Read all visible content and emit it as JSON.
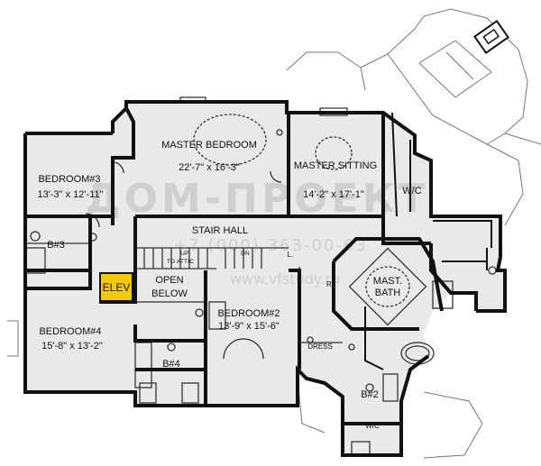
{
  "colors": {
    "wall": "#111111",
    "room_fill": "#e9e9e9",
    "roof_line": "#888888",
    "elevator": "#f3c90c"
  },
  "rooms": {
    "master_bedroom": {
      "name": "MASTER BEDROOM",
      "size": "22'-7\" x 16'-3\""
    },
    "master_sitting": {
      "name": "MASTER SITTING",
      "size": "14'-2\" x 17'-1\""
    },
    "wic_upper": "W/C",
    "bedroom3": {
      "name": "BEDROOM#3",
      "size": "13'-3\" x 12'-11\""
    },
    "stair_hall": "STAIR HALL",
    "stair_labels": {
      "dn": "DN",
      "up": "UP",
      "to_attic": "TO ATTIC"
    },
    "bath3": "B#3",
    "elevator": "ELEV",
    "open_below": "OPEN BELOW",
    "mast_bath": "MAST. BATH",
    "bedroom4": {
      "name": "BEDROOM#4",
      "size": "15'-8\" x 13'-2\""
    },
    "bedroom2": {
      "name": "BEDROOM#2",
      "size": "13'-9\" x 15'-6\""
    },
    "bath4": "B#4",
    "dress": "DRESS",
    "bath2": "B#2",
    "wic_lower": "W/C",
    "linen": "L.",
    "ref": "R."
  },
  "watermark": {
    "brand": "ДОМ-ПРОЕКТ",
    "phone": "+7 (000) 363-00-63",
    "url": "www.vfstudy.ru"
  }
}
